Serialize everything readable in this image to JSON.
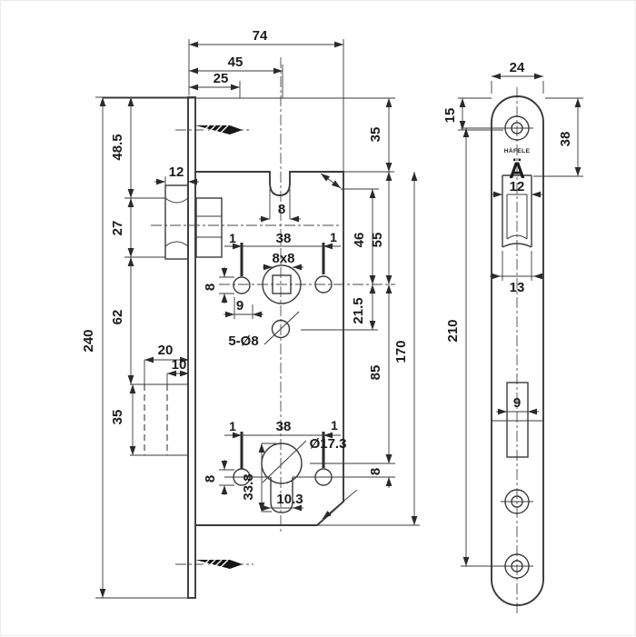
{
  "drawing": {
    "type": "technical-drawing",
    "subject": "mortise lock case side view and faceplate front view",
    "colors": {
      "line": "#3a3a3a",
      "text": "#1b1b1b",
      "background": "#ffffff"
    },
    "side_view": {
      "top_dims": {
        "d74": "74",
        "d45": "45",
        "d25": "25"
      },
      "left_dims": {
        "d240": "240",
        "d48_5": "48.5",
        "d12": "12",
        "d27": "27",
        "d62": "62",
        "d20": "20",
        "d10": "10",
        "d35": "35"
      },
      "right_dims": {
        "d35": "35",
        "d55": "55",
        "d46": "46",
        "d21_5": "21.5",
        "d85": "85",
        "d170": "170",
        "d8": "8"
      },
      "follower_dims": {
        "d8_notch": "8",
        "d1_left": "1",
        "d38": "38",
        "d1_right": "1",
        "d8x8": "8x8",
        "d8_hole": "8",
        "d9": "9",
        "d5_o8": "5-Ø8"
      },
      "cylinder_dims": {
        "d1_left": "1",
        "d38": "38",
        "d1_right": "1",
        "dia": "Ø17.3",
        "d33_8": "33.8",
        "d10_3": "10.3",
        "d8_hole": "8",
        "d8_right": "8"
      }
    },
    "front_view": {
      "dims": {
        "d24": "24",
        "d15": "15",
        "d38": "38",
        "d12": "12",
        "d13": "13",
        "d210": "210",
        "d9": "9"
      },
      "logo": {
        "brand": "HÄFELE",
        "mark": "Ä"
      }
    }
  }
}
